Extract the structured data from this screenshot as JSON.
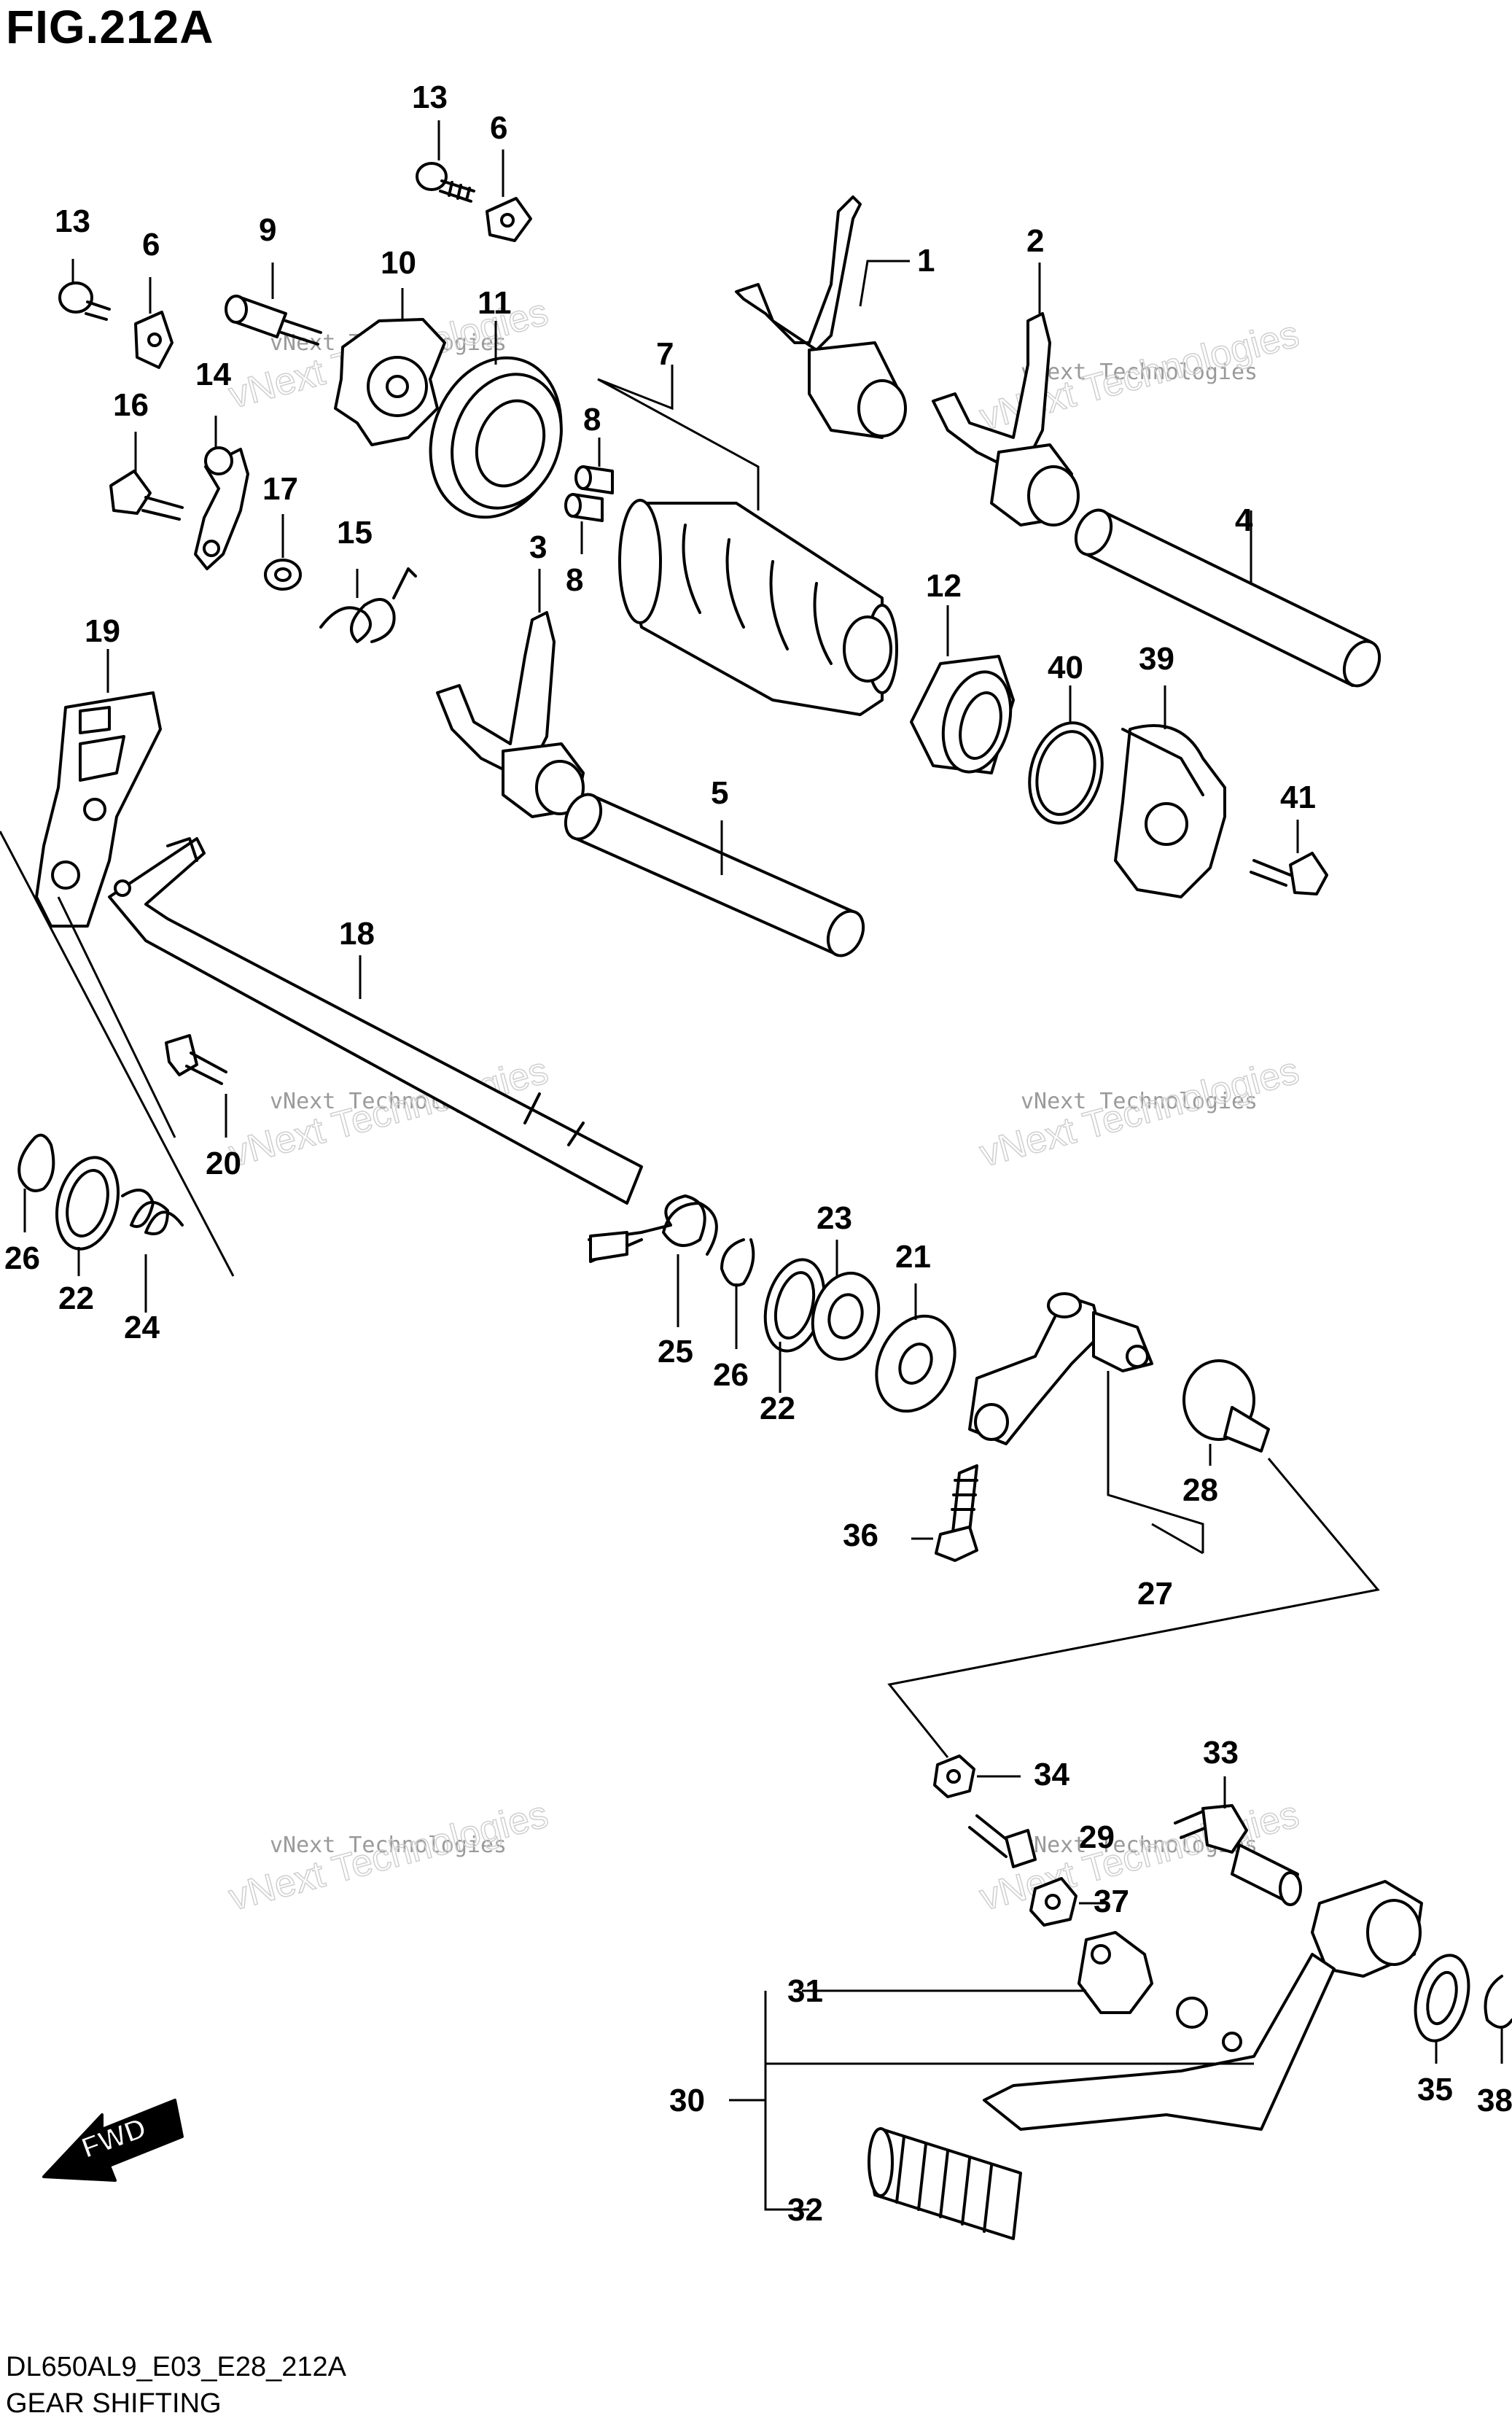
{
  "header": {
    "figure_title": "FIG.212A"
  },
  "footer": {
    "model_code": "DL650AL9_E03_E28_212A",
    "caption": "GEAR SHIFTING"
  },
  "watermark": {
    "line1": "vNext Technologies",
    "line2": "vNext Technologies"
  },
  "direction_label": "FWD",
  "callouts": {
    "c1": "1",
    "c2": "2",
    "c3": "3",
    "c4": "4",
    "c5": "5",
    "c6a": "6",
    "c6b": "6",
    "c7": "7",
    "c8a": "8",
    "c8b": "8",
    "c9": "9",
    "c10": "10",
    "c11": "11",
    "c12": "12",
    "c13a": "13",
    "c13b": "13",
    "c14": "14",
    "c15": "15",
    "c16": "16",
    "c17": "17",
    "c18": "18",
    "c19": "19",
    "c20": "20",
    "c21": "21",
    "c22a": "22",
    "c22b": "22",
    "c23": "23",
    "c24": "24",
    "c25": "25",
    "c26a": "26",
    "c26b": "26",
    "c27": "27",
    "c28": "28",
    "c29": "29",
    "c30": "30",
    "c31": "31",
    "c32": "32",
    "c33": "33",
    "c34": "34",
    "c35": "35",
    "c36": "36",
    "c37": "37",
    "c38": "38",
    "c39": "39",
    "c40": "40",
    "c41": "41"
  }
}
